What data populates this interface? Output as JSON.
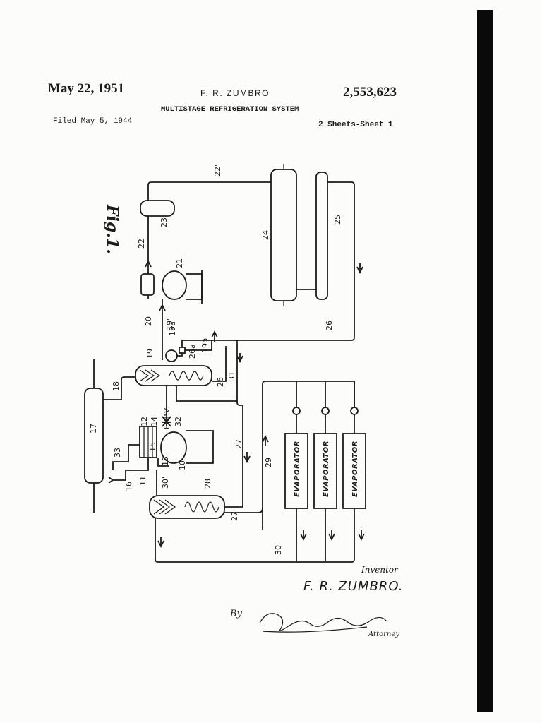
{
  "header": {
    "date": "May 22, 1951",
    "inventor": "F. R. ZUMBRO",
    "patent_number": "2,553,623",
    "title": "MULTISTAGE REFRIGERATION SYSTEM",
    "filed": "Filed May 5, 1944",
    "sheets": "2 Sheets-Sheet 1"
  },
  "figure": {
    "label": "Fig.1.",
    "ref_numerals": [
      "22'",
      "23",
      "22",
      "21",
      "20",
      "24",
      "25",
      "26",
      "19a",
      "19'",
      "19",
      "19b",
      "26a",
      "26'",
      "31",
      "18",
      "17",
      "EXP.V.",
      "12",
      "14",
      "32",
      "33",
      "15",
      "13",
      "10",
      "27",
      "29",
      "16",
      "11",
      "30'",
      "28",
      "27'",
      "30"
    ],
    "evaporator_label": "EVAPORATOR",
    "evaporator_count": 3
  },
  "footer": {
    "inventor_label": "Inventor",
    "inventor_name": "F. R. ZUMBRO.",
    "by_label": "By",
    "attorney_label": "Attorney",
    "attorney_signature": "A. Yates Dowell"
  }
}
